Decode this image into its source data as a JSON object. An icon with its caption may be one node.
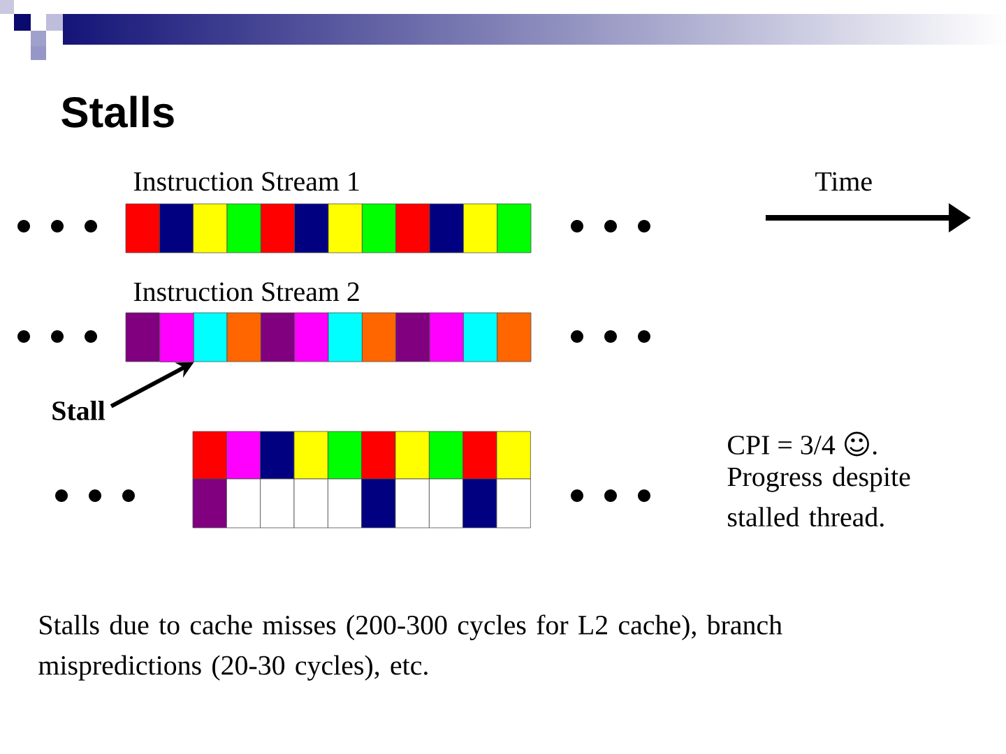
{
  "diagram": {
    "title": "Stalls",
    "nodes": [
      {
        "text": [
          "Stall"
        ]
      },
      {
        "text": [],
        "shape": "box"
      }
    ],
    "edges": [
      {
        "from": 0,
        "to": 1,
        "arrow": "to"
      }
    ],
    "labels": [
      "Instruction Stream 1",
      "Time",
      "Instruction Stream 2",
      "CPI = 3/4 ☺.",
      "Progress despite stalled thread.",
      "Stalls due to cache misses (200-300 cycles for L2 cache), branch mispredictions (20-30 cycles), etc."
    ]
  }
}
